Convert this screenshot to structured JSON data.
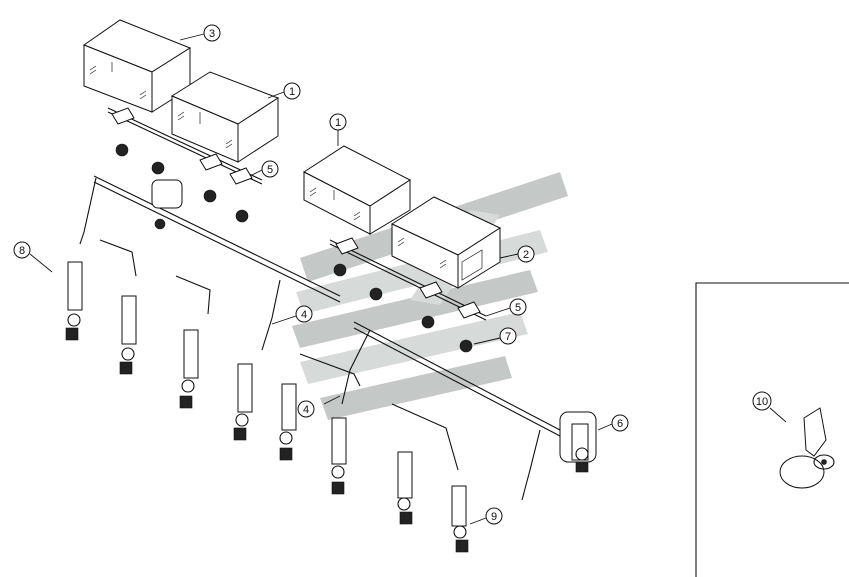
{
  "callouts": [
    {
      "id": "c-3a",
      "label": "3"
    },
    {
      "id": "c-1a",
      "label": "1"
    },
    {
      "id": "c-1b",
      "label": "1"
    },
    {
      "id": "c-5a",
      "label": "5"
    },
    {
      "id": "c-2",
      "label": "2"
    },
    {
      "id": "c-8",
      "label": "8"
    },
    {
      "id": "c-4a",
      "label": "4"
    },
    {
      "id": "c-5b",
      "label": "5"
    },
    {
      "id": "c-7",
      "label": "7"
    },
    {
      "id": "c-4b",
      "label": "4"
    },
    {
      "id": "c-6",
      "label": "6"
    },
    {
      "id": "c-9",
      "label": "9"
    },
    {
      "id": "c-10",
      "label": "10"
    }
  ],
  "colors": {
    "line": "#111111",
    "watermark": "#c4c8c6",
    "background": "#ffffff"
  }
}
